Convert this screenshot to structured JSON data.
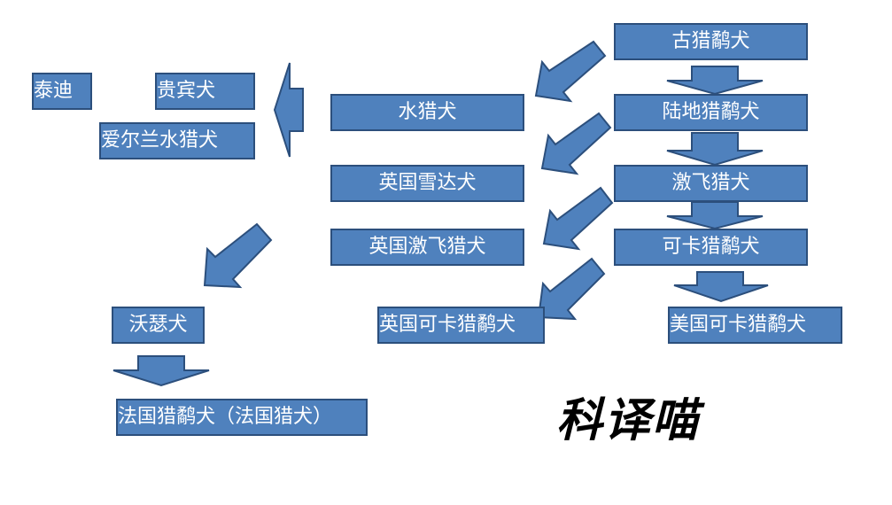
{
  "boxes": {
    "ancient": "古猎鹬犬",
    "land": "陆地猎鹬犬",
    "springer": "激飞猎犬",
    "cocker": "可卡猎鹬犬",
    "american_cocker": "美国可卡猎鹬犬",
    "water": "水猎犬",
    "english_setter": "英国雪达犬",
    "english_springer": "英国激飞猎犬",
    "english_cocker": "英国可卡猎鹬犬",
    "teddy": "泰迪",
    "poodle": "贵宾犬",
    "irish_water": "爱尔兰水猎犬",
    "woser": "沃瑟犬",
    "french": "法国猎鹬犬（法国猎犬）"
  },
  "brand": "科译喵",
  "colors": {
    "box_fill": "#4f81bd",
    "box_border": "#2c4f7c",
    "text": "#ffffff"
  }
}
